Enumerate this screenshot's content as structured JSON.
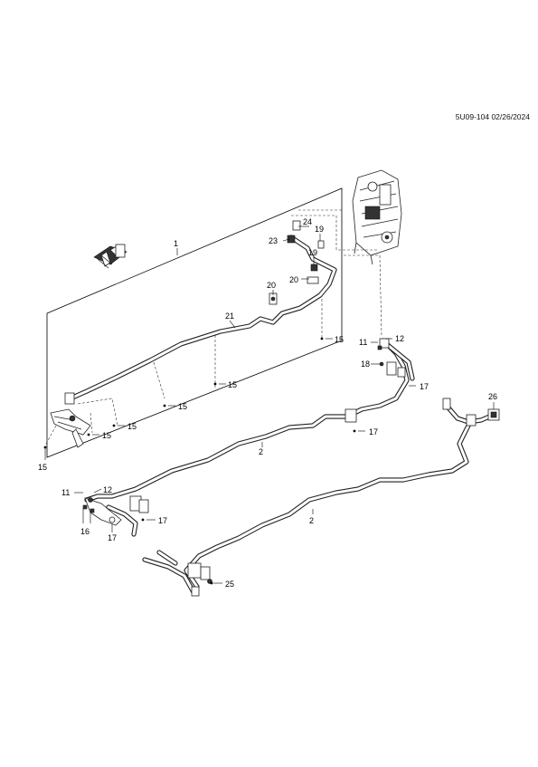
{
  "header": {
    "doc_id": "5U09-104 02/26/2024"
  },
  "callouts": [
    {
      "key": "c1",
      "label": "1"
    },
    {
      "key": "c2a",
      "label": "2"
    },
    {
      "key": "c2b",
      "label": "2"
    },
    {
      "key": "c11a",
      "label": "11"
    },
    {
      "key": "c11b",
      "label": "11"
    },
    {
      "key": "c12a",
      "label": "12"
    },
    {
      "key": "c12b",
      "label": "12"
    },
    {
      "key": "c15a",
      "label": "15"
    },
    {
      "key": "c15b",
      "label": "15"
    },
    {
      "key": "c15c",
      "label": "15"
    },
    {
      "key": "c15d",
      "label": "15"
    },
    {
      "key": "c15e",
      "label": "15"
    },
    {
      "key": "c15f",
      "label": "15"
    },
    {
      "key": "c16",
      "label": "16"
    },
    {
      "key": "c17a",
      "label": "17"
    },
    {
      "key": "c17b",
      "label": "17"
    },
    {
      "key": "c17c",
      "label": "17"
    },
    {
      "key": "c17d",
      "label": "17"
    },
    {
      "key": "c18",
      "label": "18"
    },
    {
      "key": "c19a",
      "label": "19"
    },
    {
      "key": "c19b",
      "label": "19"
    },
    {
      "key": "c20a",
      "label": "20"
    },
    {
      "key": "c20b",
      "label": "20"
    },
    {
      "key": "c21",
      "label": "21"
    },
    {
      "key": "c23",
      "label": "23"
    },
    {
      "key": "c24",
      "label": "24"
    },
    {
      "key": "c25",
      "label": "25"
    },
    {
      "key": "c26",
      "label": "26"
    }
  ]
}
